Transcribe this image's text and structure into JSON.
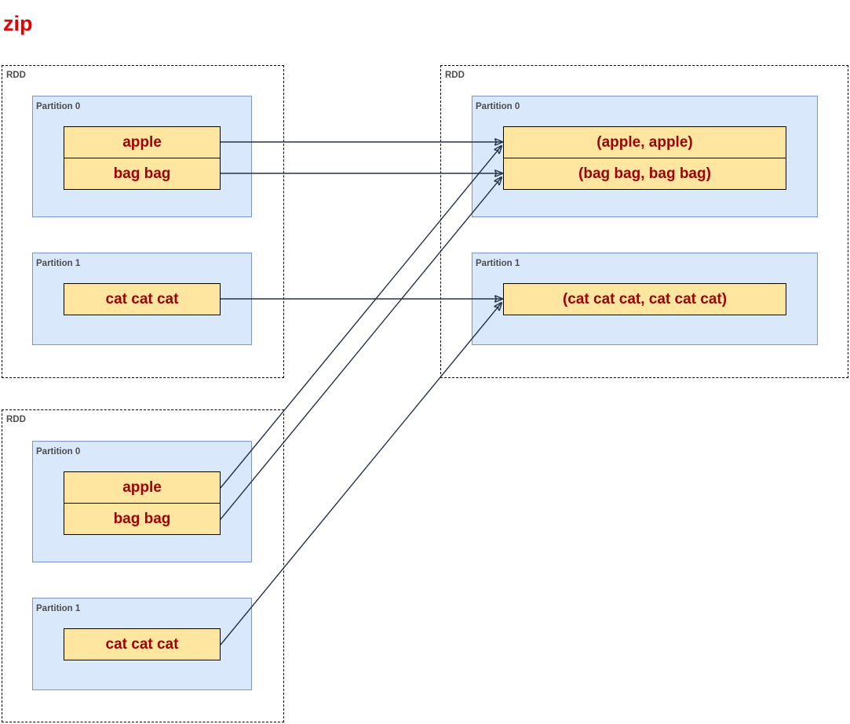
{
  "diagram": {
    "title": "zip",
    "title_color": "#e60000",
    "colors": {
      "cell_fill": "#ffe6a0",
      "cell_text": "#9f0000",
      "partition_fill": "#dae8fc",
      "partition_border": "#7b96c4",
      "rdd_border": "#000000",
      "label_text": "#4d4d4d",
      "edge_stroke": "#24324a"
    },
    "containers": [
      {
        "id": "rdd-input-a",
        "label": "RDD",
        "role": "input-rdd-top-left",
        "partitions": [
          {
            "label": "Partition 0",
            "cells": [
              "apple",
              "bag bag"
            ]
          },
          {
            "label": "Partition 1",
            "cells": [
              "cat cat cat"
            ]
          }
        ]
      },
      {
        "id": "rdd-output",
        "label": "RDD",
        "role": "output-rdd-right",
        "partitions": [
          {
            "label": "Partition 0",
            "cells": [
              "(apple, apple)",
              "(bag bag, bag bag)"
            ]
          },
          {
            "label": "Partition 1",
            "cells": [
              "(cat cat cat, cat cat cat)"
            ]
          }
        ]
      },
      {
        "id": "rdd-input-b",
        "label": "RDD",
        "role": "input-rdd-bottom-left",
        "partitions": [
          {
            "label": "Partition 0",
            "cells": [
              "apple",
              "bag bag"
            ]
          },
          {
            "label": "Partition 1",
            "cells": [
              "cat cat cat"
            ]
          }
        ]
      }
    ],
    "edges": [
      {
        "from": "rdd-input-a.p0.apple",
        "to": "rdd-output.p0.apple-apple"
      },
      {
        "from": "rdd-input-a.p0.bag-bag",
        "to": "rdd-output.p0.bag-bag-bag-bag"
      },
      {
        "from": "rdd-input-a.p1.cat-cat-cat",
        "to": "rdd-output.p1.cat-cat-cat-cat-cat-cat"
      },
      {
        "from": "rdd-input-b.p0.apple",
        "to": "rdd-output.p0.apple-apple"
      },
      {
        "from": "rdd-input-b.p0.bag-bag",
        "to": "rdd-output.p0.bag-bag-bag-bag"
      },
      {
        "from": "rdd-input-b.p1.cat-cat-cat",
        "to": "rdd-output.p1.cat-cat-cat-cat-cat-cat"
      }
    ]
  }
}
